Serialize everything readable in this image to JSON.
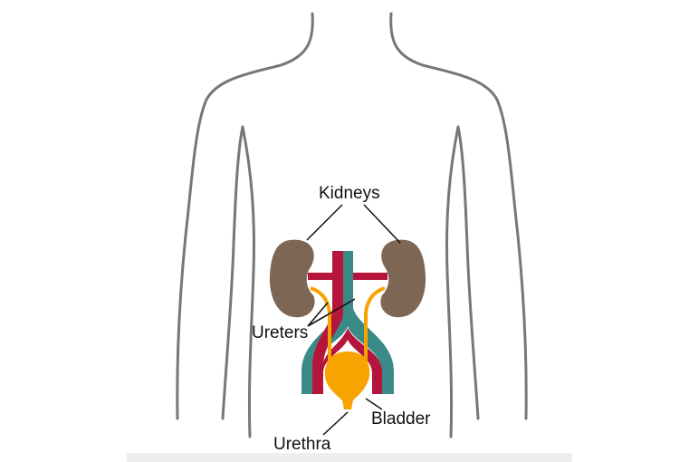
{
  "diagram": {
    "labels": {
      "kidneys": "Kidneys",
      "ureters": "Ureters",
      "bladder": "Bladder",
      "urethra": "Urethra"
    },
    "colors": {
      "outline": "#777777",
      "kidney": "#7d6654",
      "artery": "#b5153a",
      "vein": "#3a8a87",
      "urinary": "#f7a400"
    }
  }
}
